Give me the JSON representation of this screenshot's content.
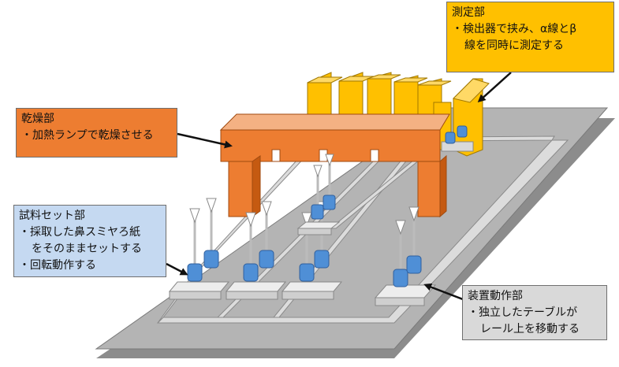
{
  "callouts": {
    "measure": {
      "title": "測定部",
      "lines": [
        "・検出器で挟み、α線とβ",
        "線を同時に測定する"
      ]
    },
    "dry": {
      "title": "乾燥部",
      "lines": [
        "・加熱ランプで乾燥させる"
      ]
    },
    "sample": {
      "title": "試料セット部",
      "lines": [
        "・採取した鼻スミヤろ紙",
        "をそのままセットする",
        "・回転動作する"
      ]
    },
    "drive": {
      "title": "装置動作部",
      "lines": [
        "・独立したテーブルが",
        "レール上を移動する"
      ]
    }
  },
  "colors": {
    "measure": "#ffc000",
    "dry": "#ed7d31",
    "sample": "#c5d9f1",
    "drive": "#d9d9d9",
    "sample_holder": "#4f8fd6",
    "platform": "#a6a6a6"
  },
  "icons": [
    "arrow",
    "sample-holder",
    "detector-plate",
    "drying-bridge",
    "rail-track"
  ]
}
